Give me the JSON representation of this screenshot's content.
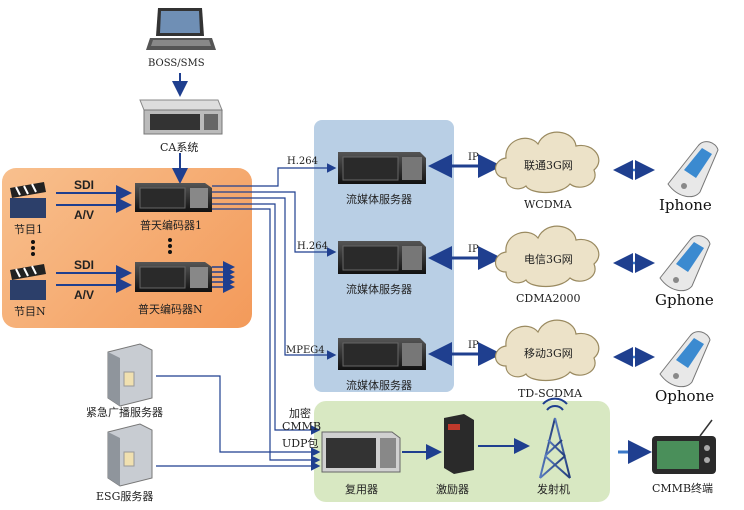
{
  "top": {
    "boss": "BOSS/SMS",
    "ca": "CA系统"
  },
  "encoder_group": {
    "sdi1": "SDI",
    "av1": "A/V",
    "sdi2": "SDI",
    "av2": "A/V",
    "program1": "节目1",
    "programN": "节目N",
    "encoder1": "普天编码器1",
    "encoderN": "普天编码器N"
  },
  "streaming": {
    "server1": "流媒体服务器",
    "server2": "流媒体服务器",
    "server3": "流媒体服务器",
    "link1": "H.264",
    "link2": "H.264",
    "link3": "MPEG4"
  },
  "networks": [
    {
      "ip": "IP",
      "cloud": "联通3G网",
      "standard": "WCDMA",
      "phone": "Iphone"
    },
    {
      "ip": "IP",
      "cloud": "电信3G网",
      "standard": "CDMA2000",
      "phone": "Gphone"
    },
    {
      "ip": "IP",
      "cloud": "移动3G网",
      "standard": "TD-SCDMA",
      "phone": "Ophone"
    }
  ],
  "servers": {
    "emergency": "紧急广播服务器",
    "esg": "ESG服务器"
  },
  "cmmb_label": {
    "line1": "加密",
    "line2": "CMMB",
    "line3": "UDP包"
  },
  "broadcast": {
    "mux": "复用器",
    "exciter": "激励器",
    "transmitter": "发射机",
    "terminal": "CMMB终端"
  },
  "colors": {
    "arrow": "#1f3f8f",
    "encoder_bg": "#f5a96a",
    "streaming_bg": "#b8cde3",
    "broadcast_bg": "#d6e6c0"
  }
}
